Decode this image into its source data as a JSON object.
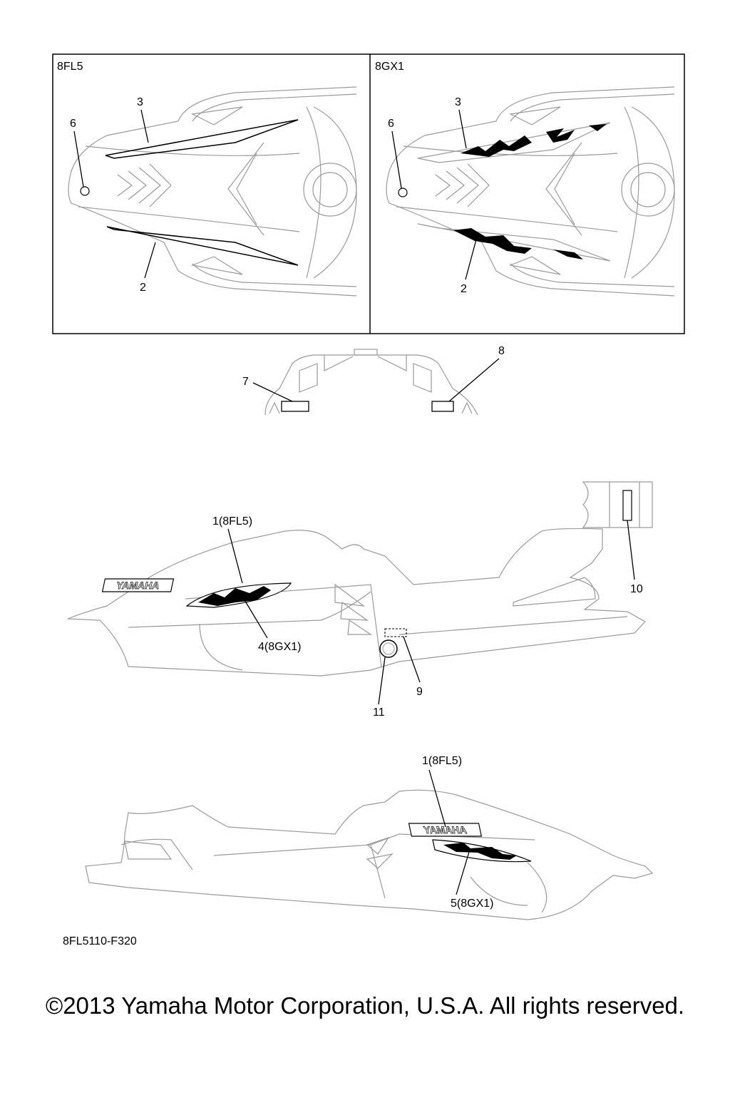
{
  "panels": {
    "left_label": "8FL5",
    "right_label": "8GX1"
  },
  "callouts": {
    "top_left_3": "3",
    "top_left_6": "6",
    "top_left_2": "2",
    "top_right_3": "3",
    "top_right_6": "6",
    "top_right_2": "2",
    "rear_7": "7",
    "rear_8": "8",
    "side1_1": "1(8FL5)",
    "side1_4": "4(8GX1)",
    "side1_9": "9",
    "side1_11": "11",
    "side1_10": "10",
    "side2_1": "1(8FL5)",
    "side2_5": "5(8GX1)"
  },
  "decal_text": "YAMAHA",
  "figure_code": "8FL5110-F320",
  "copyright": "©2013 Yamaha Motor Corporation, U.S.A. All rights reserved."
}
